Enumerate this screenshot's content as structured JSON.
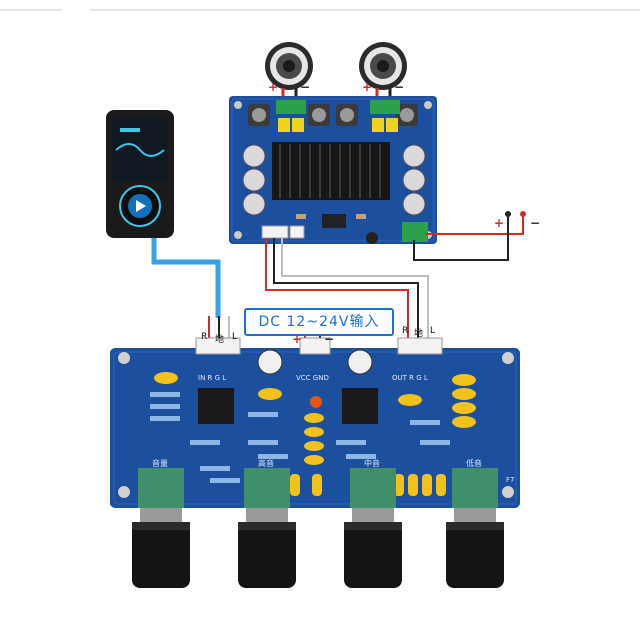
{
  "top_bar": {
    "visible": true
  },
  "power_label": "DC 12~24V输入",
  "amp_board": {
    "speaker_left_plus": "+",
    "speaker_left_minus": "−",
    "speaker_right_plus": "+",
    "speaker_right_minus": "−"
  },
  "power_terminal": {
    "plus": "+",
    "minus": "−"
  },
  "input_connector": {
    "r": "R",
    "ground": "地",
    "l": "L"
  },
  "vcc_connector": {
    "plus": "+",
    "minus": "−"
  },
  "output_connector": {
    "r": "R",
    "ground": "地",
    "l": "L"
  },
  "tone_board": {
    "silk_in": "IN R G L",
    "silk_vcc": "VCC GND",
    "silk_out": "OUT R G L",
    "knob_labels": [
      "音量",
      "高音",
      "中音",
      "低音"
    ],
    "corner_mark": "F7"
  },
  "colors": {
    "pcb_blue": "#1c4f9e",
    "wire_red": "#d22a2a",
    "wire_black": "#222222",
    "wire_white": "#e9e9e9",
    "wire_blue": "#3aa0e8",
    "accent_blue": "#1f6fd6"
  }
}
